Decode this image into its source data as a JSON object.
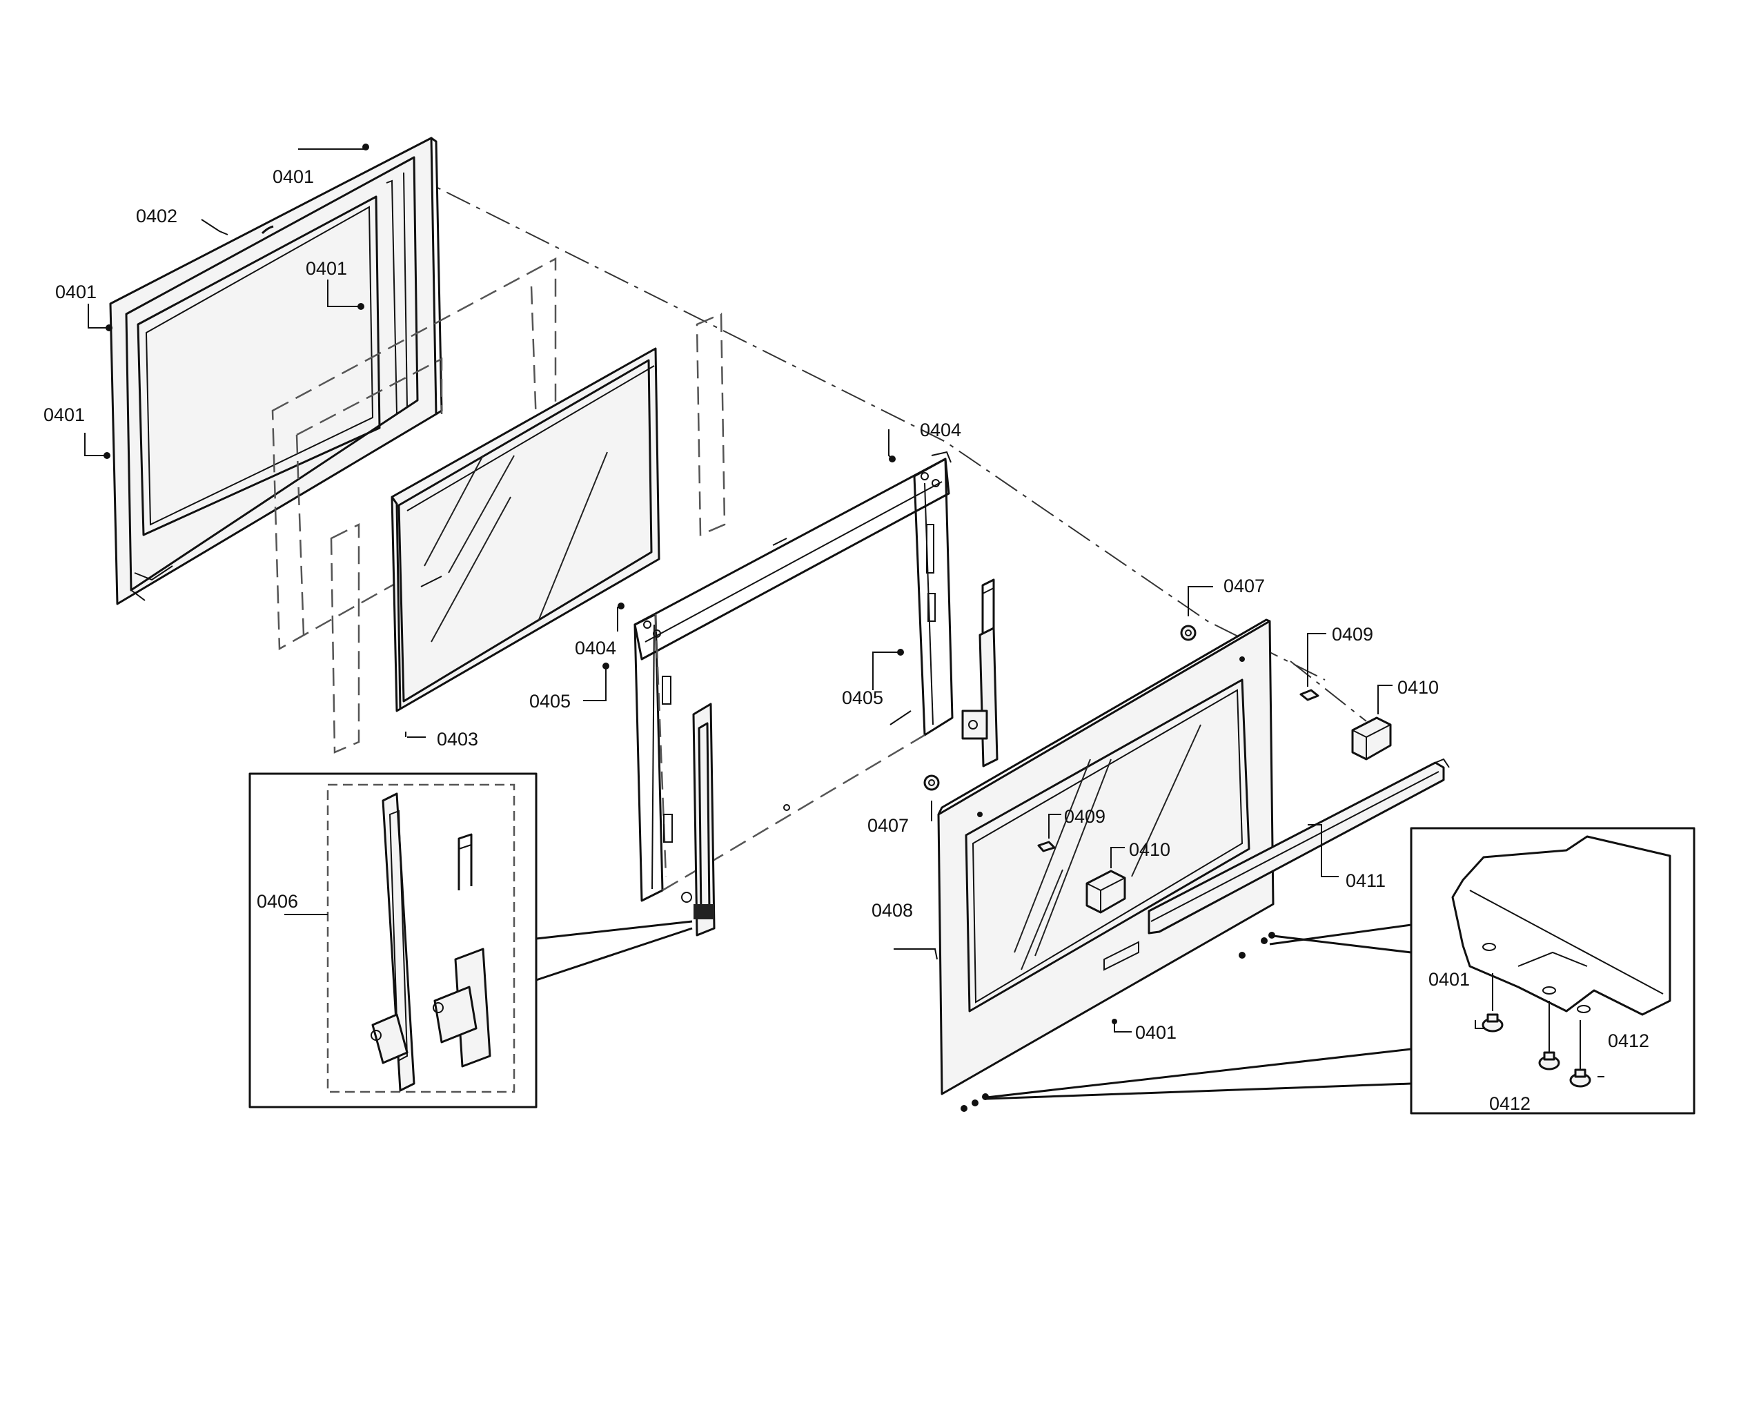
{
  "diagram": {
    "callouts": {
      "c_0401_top": "0401",
      "c_0402": "0402",
      "c_0401_inner": "0401",
      "c_0401_left_a": "0401",
      "c_0401_left_b": "0401",
      "c_0403": "0403",
      "c_0404_top": "0404",
      "c_0404_left": "0404",
      "c_0405_left": "0405",
      "c_0405_right": "0405",
      "c_0406": "0406",
      "c_0407_top": "0407",
      "c_0407_low": "0407",
      "c_0409_top": "0409",
      "c_0409_low": "0409",
      "c_0410_top": "0410",
      "c_0410_low": "0410",
      "c_0411": "0411",
      "c_0408": "0408",
      "c_0401_bottom": "0401",
      "c_0401_detail": "0401",
      "c_0412_a": "0412",
      "c_0412_b": "0412"
    }
  }
}
